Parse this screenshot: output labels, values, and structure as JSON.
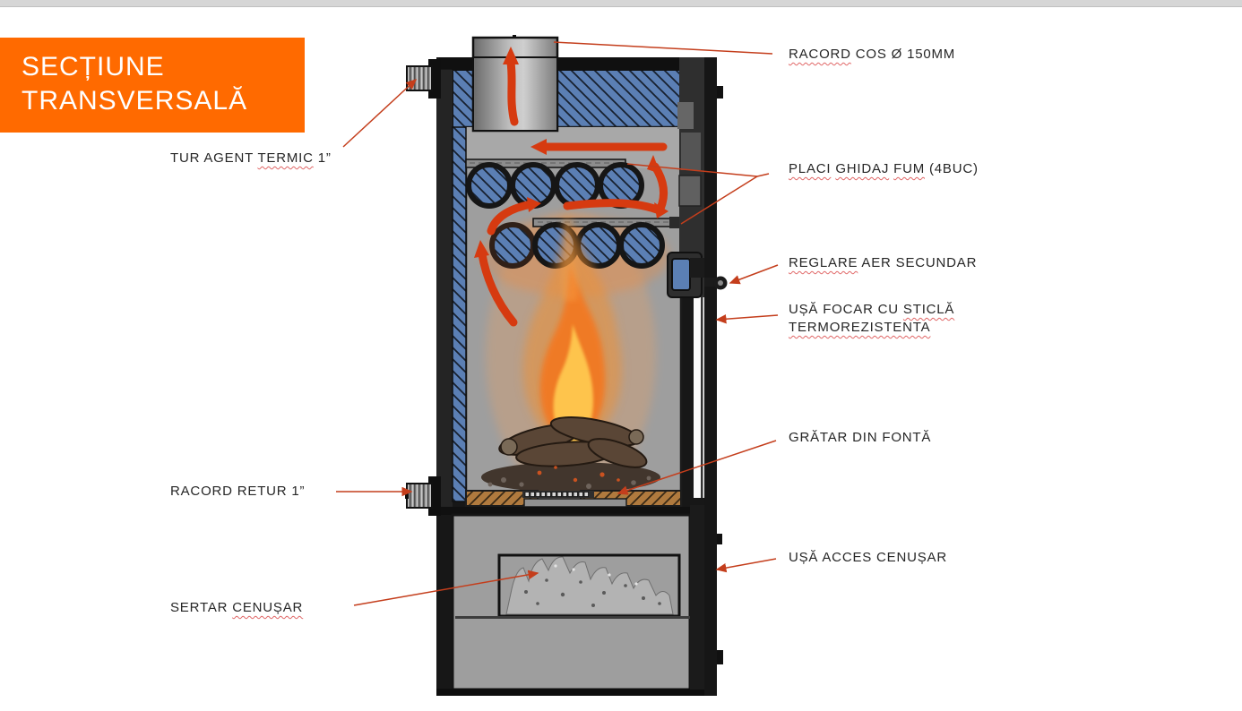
{
  "title": {
    "line1": "SECȚIUNE",
    "line2": "TRANSVERSALĂ"
  },
  "annotations": {
    "racord_cos": {
      "wavy": "RACORD",
      "rest": " COS Ø 150MM"
    },
    "tur_agent_termic": {
      "pre": "TUR AGENT ",
      "wavy": "TERMIC",
      "rest": " 1”"
    },
    "placi_ghidaj": {
      "wavy1": "PLACI",
      "sep1": " ",
      "wavy2": "GHIDAJ",
      "sep2": " ",
      "wavy3": "FUM",
      "rest": " (4BUC)"
    },
    "reglare_aer": {
      "wavy": "REGLARE",
      "rest": " AER SECUNDAR"
    },
    "usa_focar": {
      "line1_pre": "UȘĂ FOCAR CU ",
      "line1_wavy": "STICLĂ",
      "line2_wavy": "TERMOREZISTENTA"
    },
    "gratar": {
      "text": "GRĂTAR DIN FONTĂ"
    },
    "racord_retur": {
      "text": "RACORD RETUR 1”"
    },
    "usa_acces": {
      "text": "UȘĂ ACCES CENUȘAR"
    },
    "sertar": {
      "pre": "SERTAR ",
      "wavy": "CENUȘAR"
    }
  },
  "colors": {
    "accent_orange": "#FF6A00",
    "annotation_red": "#C43E1C",
    "flow_arrow_red": "#D63A10",
    "water_jacket_blue": "#5B7FB4",
    "flame_orange": "#F5761C",
    "spellcheck_red": "#E06666"
  }
}
